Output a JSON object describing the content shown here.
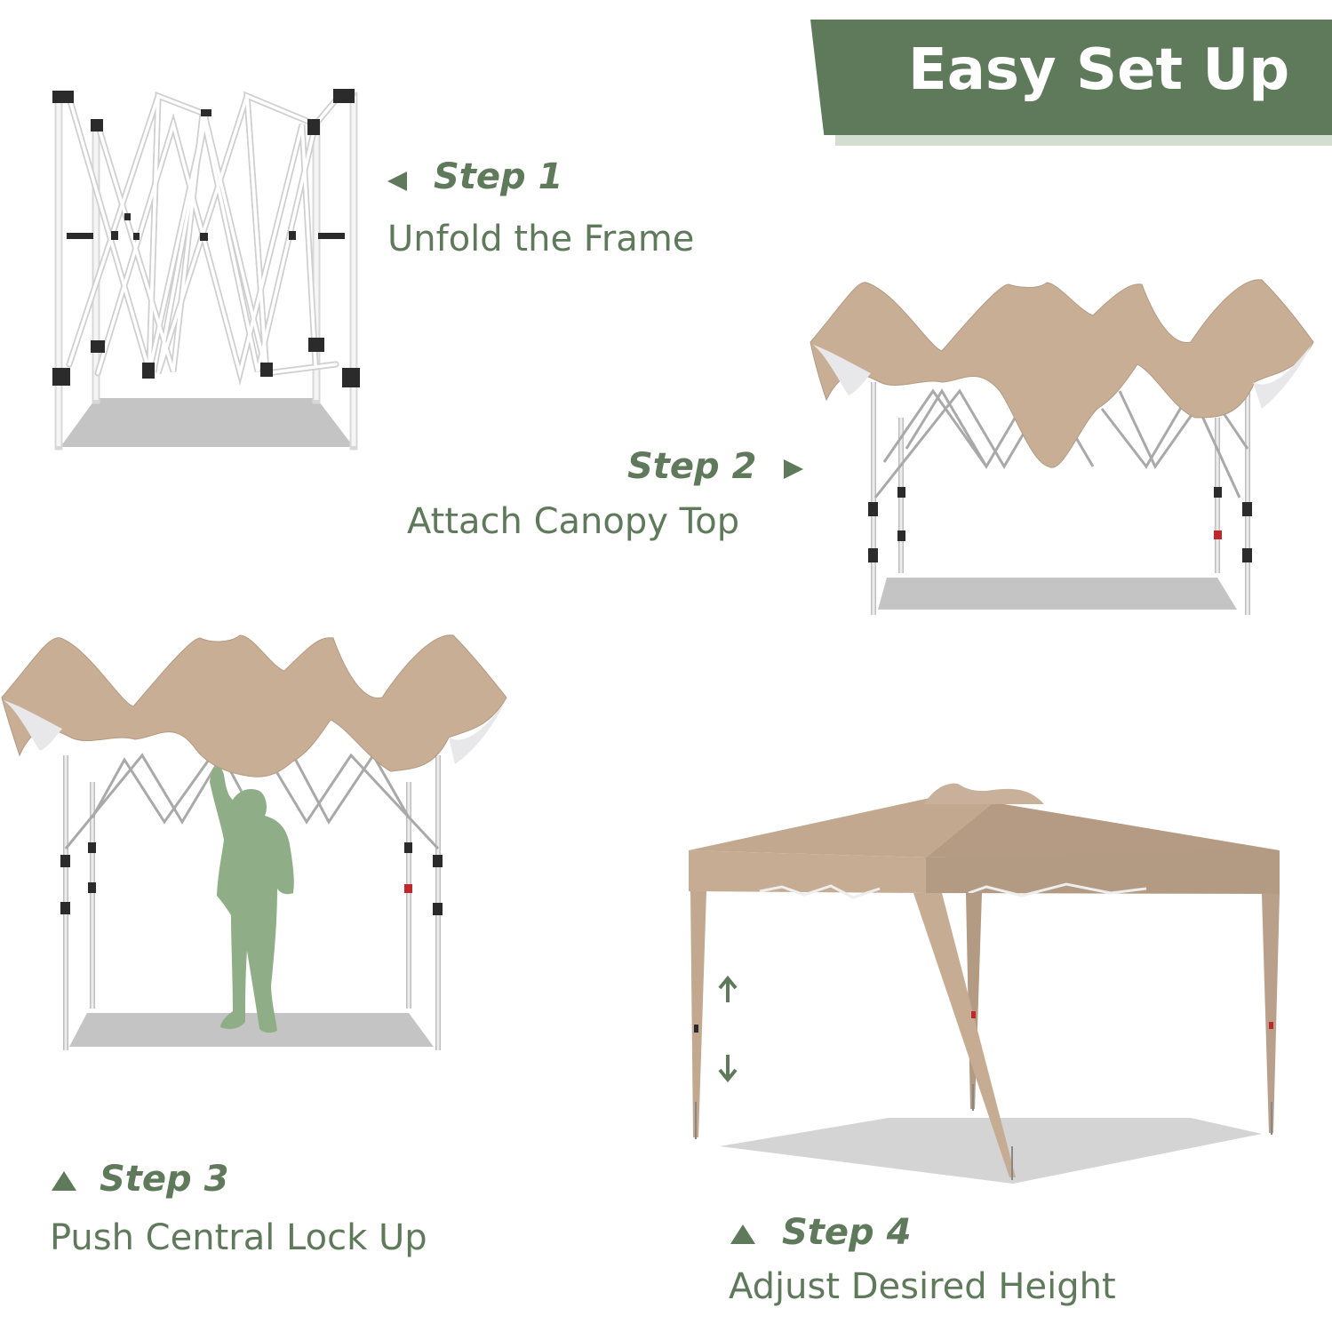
{
  "header": {
    "title": "Easy Set Up"
  },
  "colors": {
    "brand_green": "#5f7a5b",
    "banner_shadow": "#d3ddd0",
    "canopy_tan": "#c8ae95",
    "frame_white": "#f2f2f2",
    "joint_black": "#2b2b2b",
    "floor_gray": "#c4c4c4",
    "person_green": "#8fae88"
  },
  "steps": [
    {
      "number": 1,
      "label": "Step 1",
      "description": "Unfold the Frame",
      "pointer_icon": "triangle-left-icon",
      "illustration": "folded-frame"
    },
    {
      "number": 2,
      "label": "Step 2",
      "description": "Attach Canopy Top",
      "pointer_icon": "triangle-right-icon",
      "illustration": "frame-with-loose-canopy"
    },
    {
      "number": 3,
      "label": "Step 3",
      "description": "Push Central Lock Up",
      "pointer_icon": "triangle-up-icon",
      "illustration": "person-pushing-center-lock"
    },
    {
      "number": 4,
      "label": "Step 4",
      "description": "Adjust Desired Height",
      "pointer_icon": "triangle-up-icon",
      "illustration": "assembled-canopy",
      "height_arrows": [
        "arrow-up-icon",
        "arrow-down-icon"
      ]
    }
  ]
}
